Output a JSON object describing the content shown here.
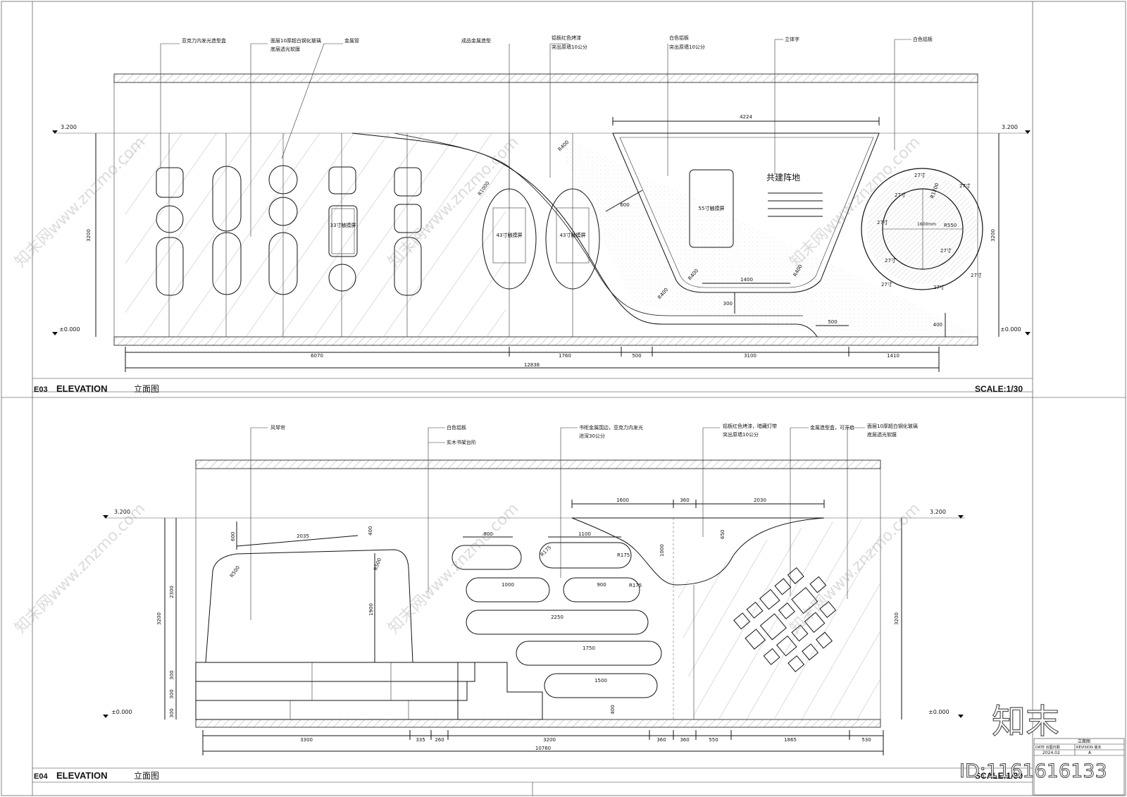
{
  "drawings": [
    {
      "code": "E03",
      "title_en": "ELEVATION",
      "title_cn": "立面图",
      "scale": "SCALE:1/30",
      "levels": {
        "top": "3.200",
        "bottom": "±0.000"
      },
      "height_dim": "3200",
      "callouts": [
        "亚克力内发光造型盒",
        "面层10厚超白钢化玻璃",
        "底层透光软膜",
        "金属管",
        "成品金属造型",
        "铝板红色烤漆",
        "突出原墙10公分",
        "白色铝板",
        "突出原墙10公分",
        "立体字",
        "白色铝板"
      ],
      "screens": [
        "33寸触摸屏",
        "43寸触摸屏",
        "43寸触摸屏",
        "55寸触摸屏"
      ],
      "feature_text": "共建阵地",
      "circle_labels": [
        "27寸",
        "27寸",
        "27寸",
        "27寸",
        "27寸",
        "27寸",
        "27寸",
        "27寸",
        "27寸"
      ],
      "radii": [
        "R1000",
        "R400",
        "R400",
        "R400",
        "R400",
        "R1200",
        "R550"
      ],
      "inner_dims": [
        "4224",
        "600",
        "1400",
        "300",
        "500",
        "400",
        "1600mm"
      ],
      "bottom_dims": [
        "6070",
        "1760",
        "500",
        "3100",
        "1410"
      ],
      "overall_dim": "12838"
    },
    {
      "code": "E04",
      "title_en": "ELEVATION",
      "title_cn": "立面图",
      "scale": "SCALE:1/30",
      "levels": {
        "top": "3.200",
        "bottom": "±0.000"
      },
      "height_dim": "3200",
      "callouts": [
        "风琴帘",
        "白色铝板",
        "实木书架台阶",
        "书柜金属围边，亚克力内发光",
        "进深30公分",
        "铝板红色烤漆，暗藏灯带",
        "突出原墙10公分",
        "金属造型盒，可开启",
        "面层10厚超白钢化玻璃",
        "底层透光软膜"
      ],
      "pill_dims": [
        "800",
        "1100",
        "1000",
        "900",
        "2250",
        "1750",
        "1500"
      ],
      "pill_radii": [
        "R175",
        "R175",
        "R175"
      ],
      "curtain_dims": [
        "600",
        "2035",
        "400",
        "R500",
        "R500",
        "1900",
        "2300"
      ],
      "step_dims": [
        "300",
        "300",
        "300",
        "400"
      ],
      "top_dims": [
        "1600",
        "360",
        "2030",
        "650",
        "1000"
      ],
      "bottom_dims": [
        "3300",
        "335",
        "260",
        "3200",
        "360",
        "360",
        "550",
        "1865",
        "530"
      ],
      "overall_dim": "10760"
    }
  ],
  "title_block": {
    "date_label": "DATE 出图日期",
    "date": "2024.02",
    "revision_label": "REVISION 版本",
    "revision": "A",
    "sheet_title": "立面图"
  },
  "watermark": {
    "site": "知末网www.znzmo.com",
    "logo": "知末",
    "id": "ID:1161616133"
  }
}
